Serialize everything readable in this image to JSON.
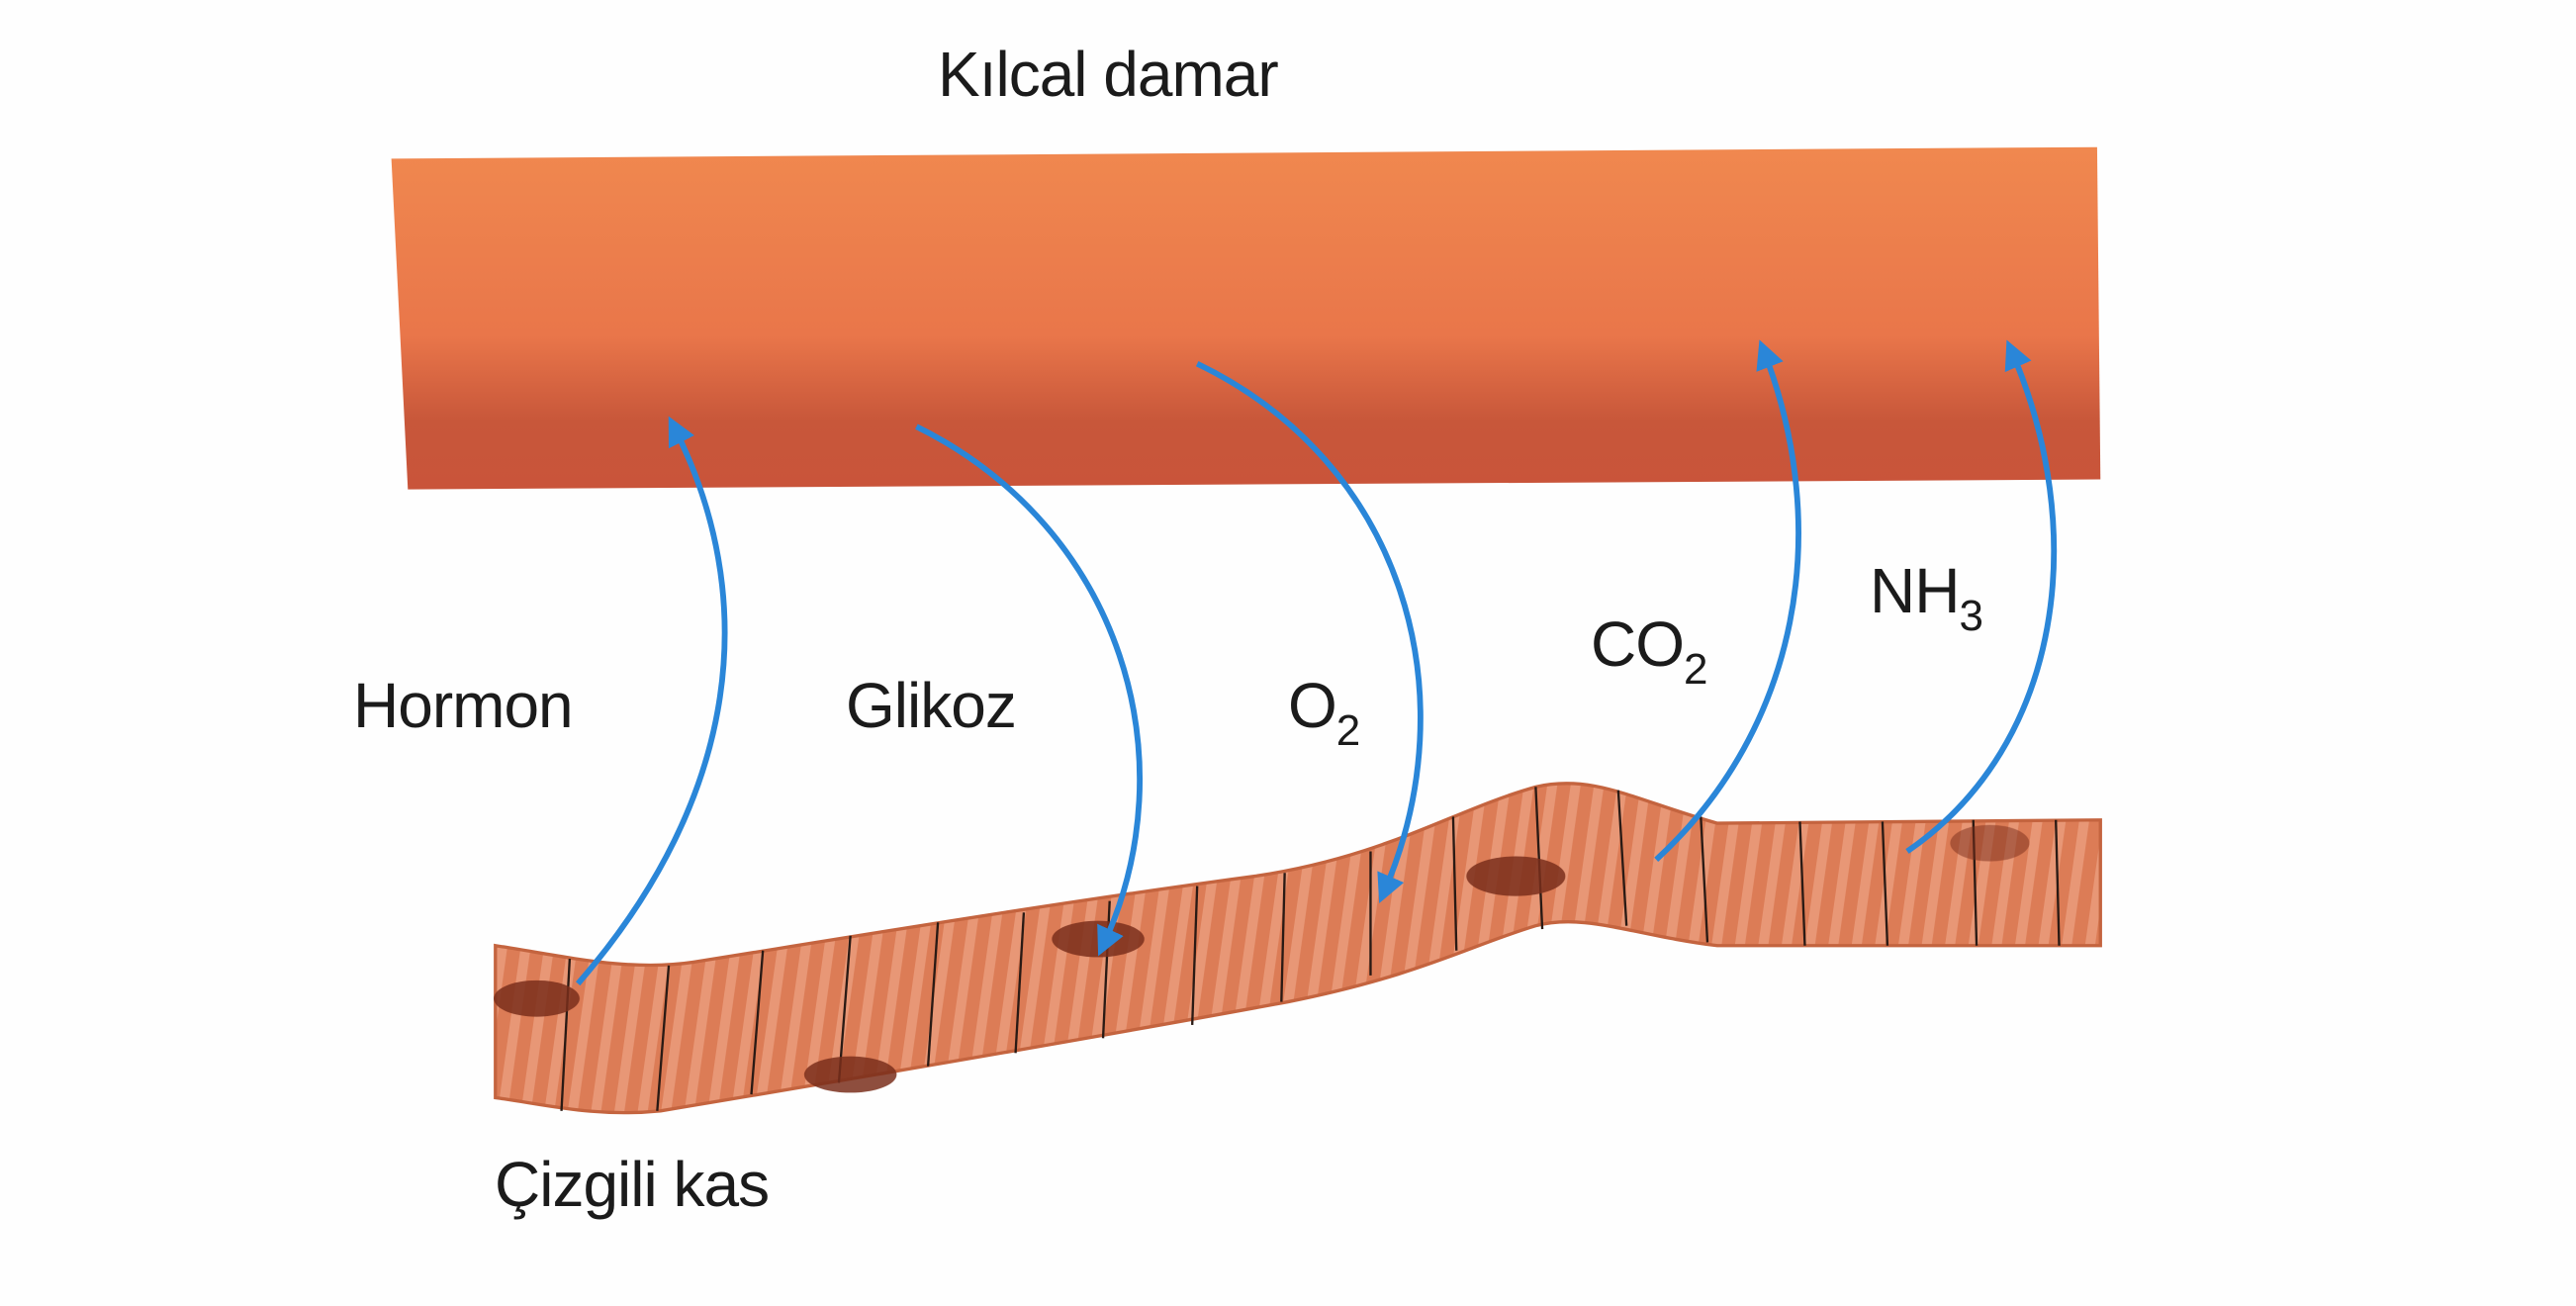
{
  "title": "Kılcal damar",
  "muscle_label": "Çizgili kas",
  "substances": {
    "hormon": {
      "label": "Hormon",
      "direction": "to-capillary"
    },
    "glikoz": {
      "label": "Glikoz",
      "direction": "to-muscle"
    },
    "o2": {
      "label": "O",
      "sub": "2",
      "direction": "to-muscle"
    },
    "co2": {
      "label": "CO",
      "sub": "2",
      "direction": "to-capillary"
    },
    "nh3": {
      "label": "NH",
      "sub": "3",
      "direction": "to-capillary"
    }
  },
  "colors": {
    "capillary": "#e8744a",
    "capillary_dark": "#b9482c",
    "muscle": "#d9774f",
    "arrow": "#2a86d8",
    "nucleus": "#7a2f1c"
  }
}
